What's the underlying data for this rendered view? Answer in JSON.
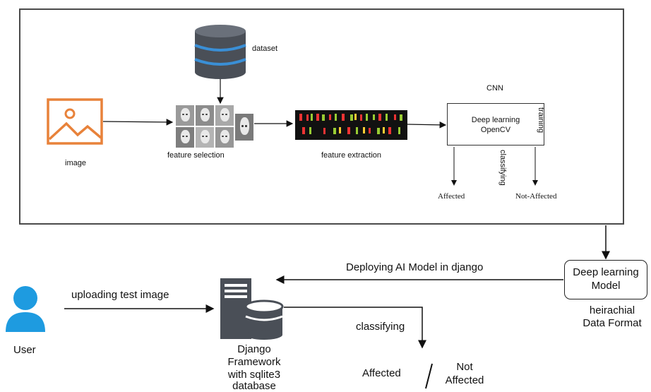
{
  "pipeline": {
    "dataset_label": "dataset",
    "image_label": "image",
    "feature_selection_label": "feature selection",
    "feature_extraction_label": "feature extraction",
    "cnn_title": "CNN",
    "cnn_box_line1": "Deep learning",
    "cnn_box_line2": "OpenCV",
    "training_label": "training",
    "classifying_label": "classifying",
    "affected_label": "Affected",
    "not_affected_label": "Not-Affected"
  },
  "deployment": {
    "dl_model_line1": "Deep learning",
    "dl_model_line2": "Model",
    "hier_line1": "heirachial",
    "hier_line2": "Data Format",
    "deploy_label": "Deploying  AI Model in django",
    "upload_label": "uploading test image",
    "user_label": "User",
    "django_line1": "Django",
    "django_line2": "Framework",
    "django_line3": "with sqlite3",
    "django_line4": "database",
    "classifying_label": "classifying",
    "affected_label": "Affected",
    "not_affected_line1": "Not",
    "not_affected_line2": "Affected"
  },
  "colors": {
    "image_icon": "#e8823a",
    "user_icon": "#1e9be0",
    "db_dark": "#4a4f57",
    "db_blue": "#3a8fd6",
    "server": "#4a4f57"
  }
}
